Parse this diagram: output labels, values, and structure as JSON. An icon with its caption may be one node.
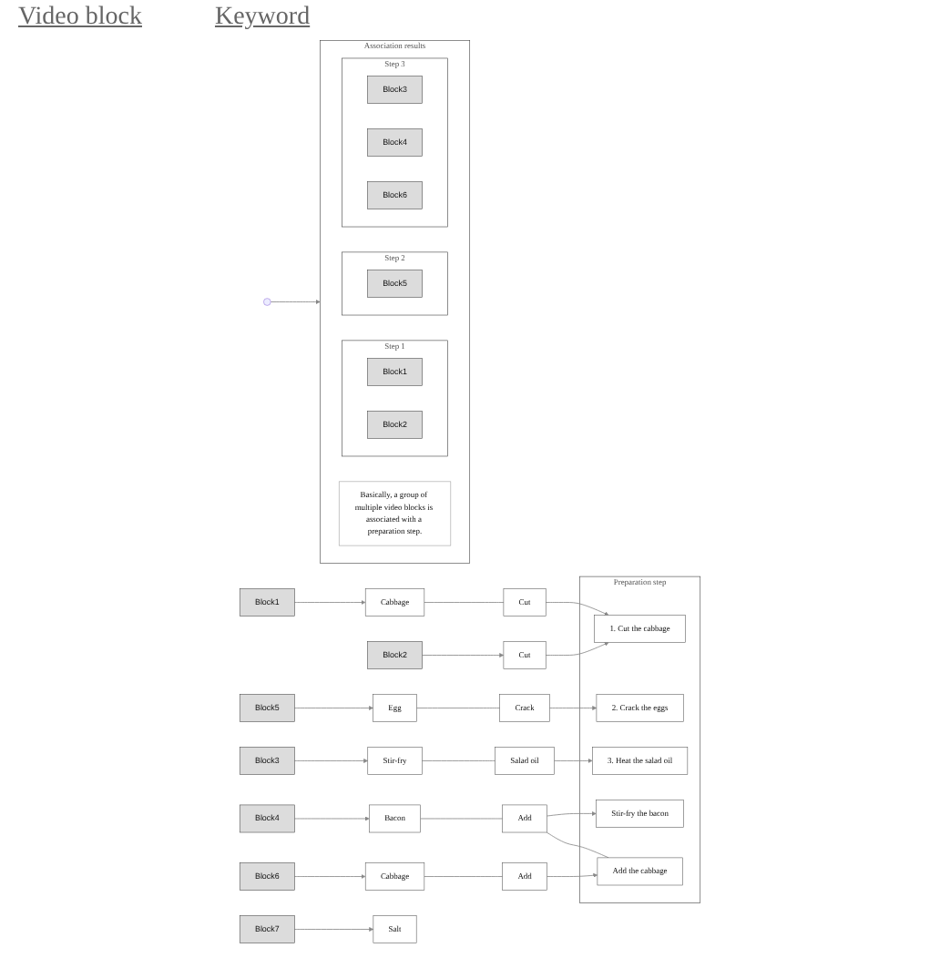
{
  "diagram": {
    "nodes": [
      {
        "text": [
          "Block1"
        ]
      },
      {
        "text": [
          "Cabbage"
        ]
      },
      {
        "text": [
          "Cut"
        ]
      },
      {
        "text": [
          "Block2"
        ]
      },
      {
        "text": [
          "Cut"
        ]
      },
      {
        "text": [
          "Block3"
        ]
      },
      {
        "text": [
          "Stir-fry"
        ]
      },
      {
        "text": [
          "Salad oil"
        ]
      },
      {
        "text": [
          "Block4"
        ]
      },
      {
        "text": [
          "Bacon"
        ]
      },
      {
        "text": [
          "Add"
        ]
      },
      {
        "text": [
          "Block5"
        ]
      },
      {
        "text": [
          "Egg"
        ]
      },
      {
        "text": [
          "Crack"
        ]
      },
      {
        "text": [
          "Block6"
        ]
      },
      {
        "text": [
          "Cabbage"
        ]
      },
      {
        "text": [
          "Add"
        ]
      },
      {
        "text": [
          "Block7"
        ]
      },
      {
        "text": [
          "Salt"
        ]
      },
      {
        "text": [
          "Preparation step"
        ]
      },
      {
        "text": [
          "1. Cut the cabbage"
        ],
        "in": 19
      },
      {
        "text": [
          "2. Crack the eggs"
        ],
        "in": 19
      },
      {
        "text": [
          "3. Heat the salad oil"
        ],
        "in": 19
      },
      {
        "text": [
          "Stir-fry the bacon"
        ],
        "in": 19
      },
      {
        "text": [
          "Add the cabbage"
        ],
        "in": 19
      },
      {
        "text": [
          "Association results"
        ]
      },
      {
        "text": [
          "Basically, a group of multiple video blocks is associated with a preparation step."
        ],
        "in": 25
      },
      {
        "text": [
          "Step 1"
        ],
        "in": 25
      },
      {
        "text": [
          "Block1"
        ],
        "in": 27
      },
      {
        "text": [
          "Block2"
        ],
        "in": 27
      },
      {
        "text": [
          "Step 2"
        ],
        "in": 25
      },
      {
        "text": [
          "Block5"
        ],
        "in": 30
      },
      {
        "text": [
          "Step 3"
        ],
        "in": 25
      },
      {
        "text": [
          "Block3"
        ],
        "in": 32
      },
      {
        "text": [
          "Block4"
        ],
        "in": 32
      },
      {
        "text": [
          "Block6"
        ],
        "in": 32
      }
    ],
    "edges": [
      {
        "from": 0,
        "to": 1,
        "arrow": "to"
      },
      {
        "from": 1,
        "to": 2,
        "arrow": "none"
      },
      {
        "from": 3,
        "to": 4,
        "arrow": "to"
      },
      {
        "from": 5,
        "to": 6,
        "arrow": "to"
      },
      {
        "from": 6,
        "to": 7,
        "arrow": "none"
      },
      {
        "from": 8,
        "to": 9,
        "arrow": "to"
      },
      {
        "from": 9,
        "to": 10,
        "arrow": "none"
      },
      {
        "from": 11,
        "to": 12,
        "arrow": "to"
      },
      {
        "from": 12,
        "to": 13,
        "arrow": "none"
      },
      {
        "from": 14,
        "to": 15,
        "arrow": "to"
      },
      {
        "from": 15,
        "to": 16,
        "arrow": "none"
      },
      {
        "from": 17,
        "to": 18,
        "arrow": "to"
      },
      {
        "from": 2,
        "to": 20,
        "arrow": "to"
      },
      {
        "from": 4,
        "to": 20,
        "arrow": "to"
      },
      {
        "from": 13,
        "to": 21,
        "arrow": "to"
      },
      {
        "from": 7,
        "to": 22,
        "arrow": "to"
      },
      {
        "from": 10,
        "to": 23,
        "arrow": "to"
      },
      {
        "from": 10,
        "to": 24,
        "arrow": "none"
      },
      {
        "from": 16,
        "to": 24,
        "arrow": "to"
      },
      {
        "from": null,
        "to": 25,
        "arrow": "to"
      }
    ],
    "labels": [
      "Video block",
      "Keyword"
    ]
  }
}
